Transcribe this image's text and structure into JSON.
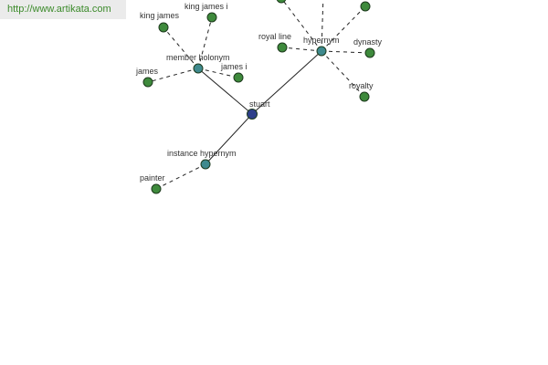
{
  "site_link": "http://www.artikata.com",
  "colors": {
    "center_node": "#2e3f8a",
    "relation_node": "#3f8a8e",
    "leaf_node": "#3e8a3c",
    "edge": "#222222"
  },
  "graph": {
    "center": {
      "id": "stuart",
      "label": "stuart"
    },
    "relations": [
      {
        "id": "member_holonym",
        "label": "member holonym",
        "link": "solid"
      },
      {
        "id": "hypernym",
        "label": "hypernym",
        "link": "solid"
      },
      {
        "id": "instance_hypernym",
        "label": "instance hypernym",
        "link": "solid"
      }
    ],
    "leaves": [
      {
        "id": "james",
        "label": "james",
        "parent": "member_holonym"
      },
      {
        "id": "king_james",
        "label": "king james",
        "parent": "member_holonym"
      },
      {
        "id": "king_james_i",
        "label": "king james i",
        "parent": "member_holonym"
      },
      {
        "id": "james_i",
        "label": "james i",
        "parent": "member_holonym"
      },
      {
        "id": "royal_line",
        "label": "royal line",
        "parent": "hypernym"
      },
      {
        "id": "dynasty",
        "label": "dynasty",
        "parent": "hypernym"
      },
      {
        "id": "royalty",
        "label": "royalty",
        "parent": "hypernym"
      },
      {
        "id": "hyp_top_left",
        "label": "",
        "parent": "hypernym"
      },
      {
        "id": "hyp_top",
        "label": "",
        "parent": "hypernym"
      },
      {
        "id": "hyp_top_right",
        "label": "",
        "parent": "hypernym"
      },
      {
        "id": "painter",
        "label": "painter",
        "parent": "instance_hypernym"
      }
    ]
  }
}
